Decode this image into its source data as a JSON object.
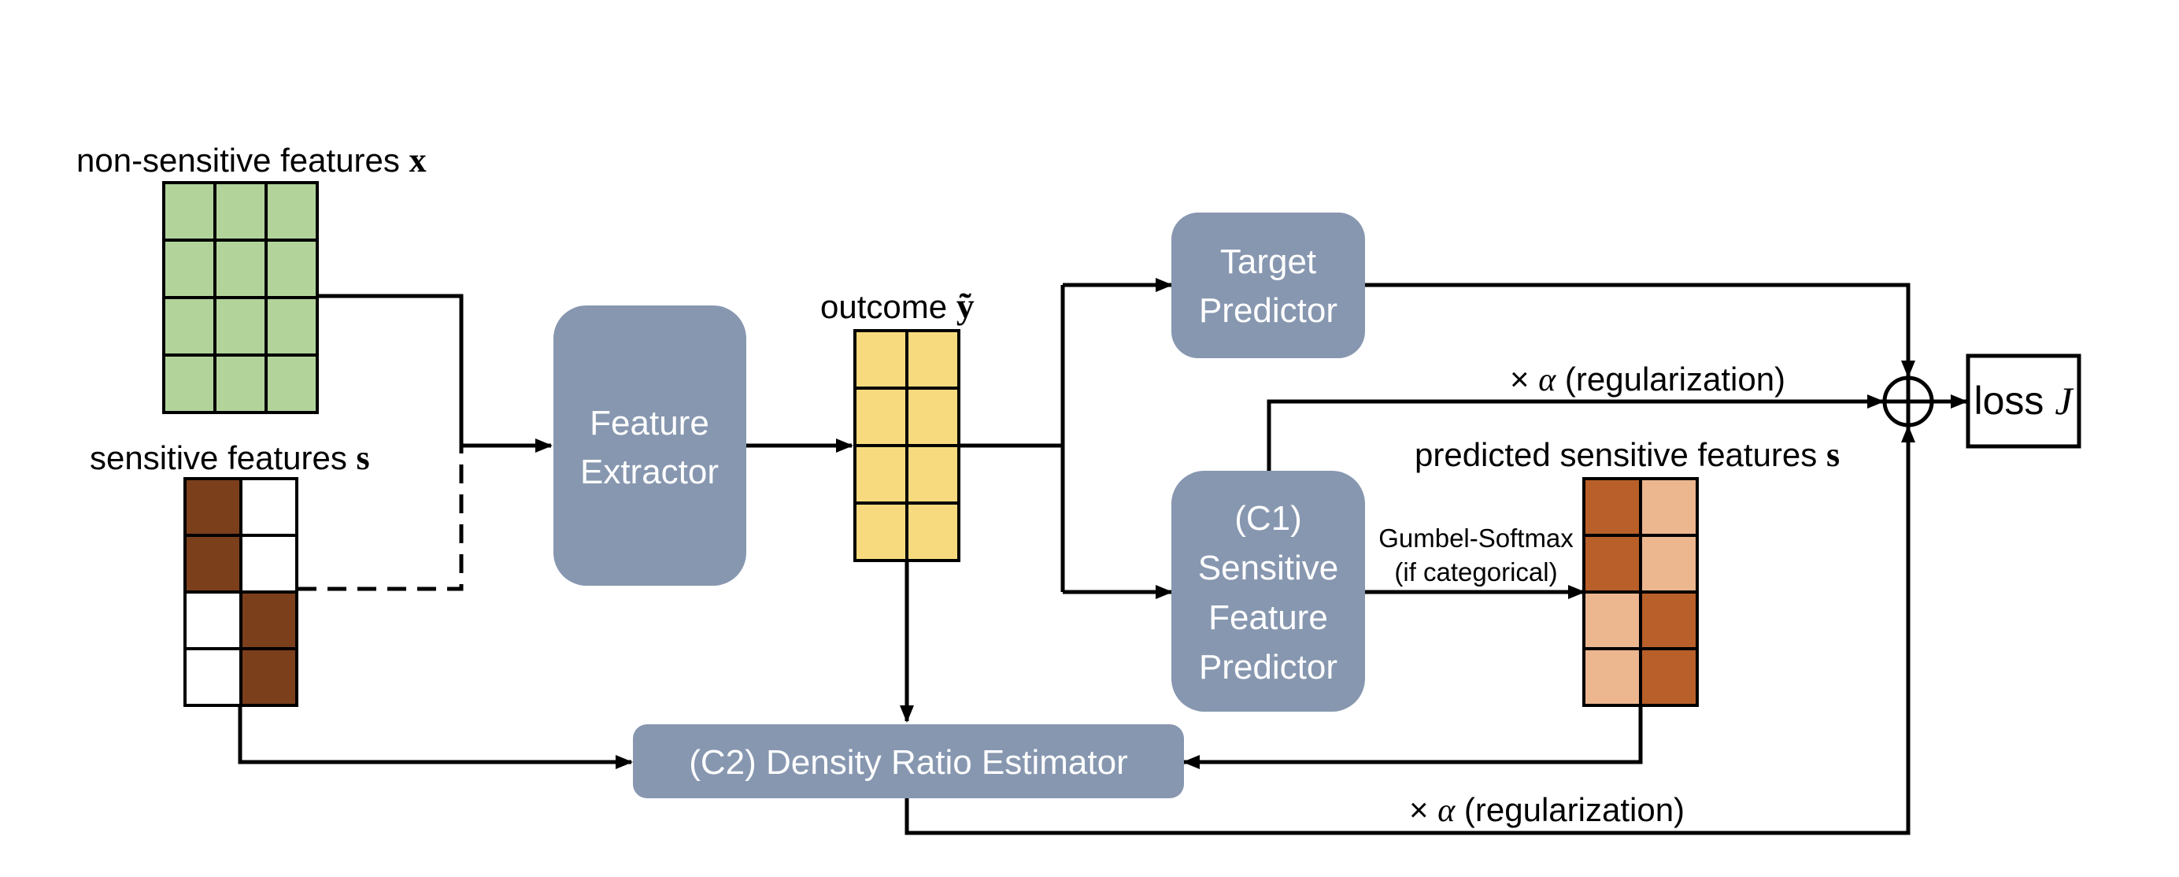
{
  "inputs": {
    "non_sensitive_label": "non-sensitive features",
    "non_sensitive_symbol": "x",
    "sensitive_label": "sensitive features",
    "sensitive_symbol": "s"
  },
  "feature_extractor": {
    "line1": "Feature",
    "line2": "Extractor"
  },
  "outcome": {
    "label": "outcome",
    "symbol": "ỹ"
  },
  "target_predictor": {
    "line1": "Target",
    "line2": "Predictor"
  },
  "sensitive_predictor": {
    "line1": "(C1)",
    "line2": "Sensitive",
    "line3": "Feature",
    "line4": "Predictor"
  },
  "gumbel": {
    "line1": "Gumbel-Softmax",
    "line2": "(if categorical)"
  },
  "predicted": {
    "label": "predicted sensitive features",
    "symbol": "s"
  },
  "regularization_top": {
    "times": "×",
    "alpha": "α",
    "text": "(regularization)"
  },
  "regularization_bottom": {
    "times": "×",
    "alpha": "α",
    "text": "(regularization)"
  },
  "loss": {
    "label": "loss",
    "symbol": "J"
  },
  "density_ratio": {
    "label": "(C2) Density Ratio Estimator"
  },
  "colors": {
    "box": "#8797b0",
    "green": "#b2d39a",
    "yellow": "#f8da7e",
    "dark_brown": "#7b3f1c",
    "rust": "#b85f2a",
    "peach": "#ecb68f"
  },
  "sensitive_grid": [
    [
      "dark",
      "white"
    ],
    [
      "dark",
      "white"
    ],
    [
      "white",
      "dark"
    ],
    [
      "white",
      "dark"
    ]
  ],
  "predicted_grid": [
    [
      "rust",
      "peach"
    ],
    [
      "rust",
      "peach"
    ],
    [
      "peach",
      "rust"
    ],
    [
      "peach",
      "rust"
    ]
  ]
}
